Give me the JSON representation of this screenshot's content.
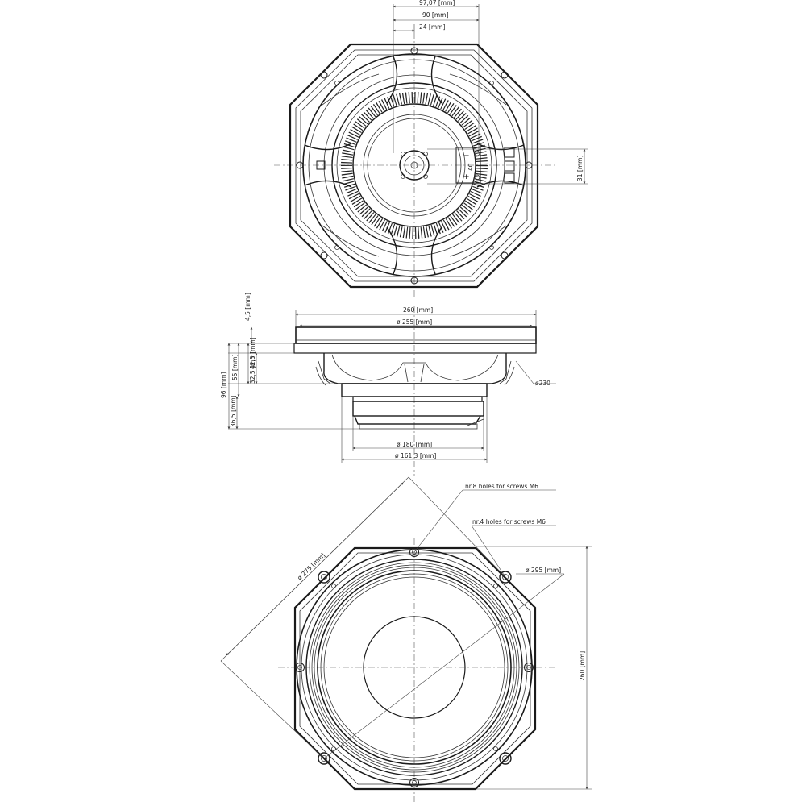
{
  "top_view": {
    "dim_97": "97,07 [mm]",
    "dim_90": "90 [mm]",
    "dim_24": "24 [mm]",
    "dim_31": "31 [mm]",
    "terminal_minus": "−",
    "terminal_plus": "+",
    "terminal_label": "AC"
  },
  "side_view": {
    "dim_260": "260 [mm]",
    "dim_255": "ø 255 [mm]",
    "dim_4_5": "4,5 [mm]",
    "dim_42_5": "42,5 [mm]",
    "dim_55": "55 [mm]",
    "dim_32_5": "32,5 [mm]",
    "dim_96": "96 [mm]",
    "dim_36_5": "36,5 [mm]",
    "dim_230": "ø230",
    "dim_180": "ø 180 [mm]",
    "dim_161": "ø 161,3 [mm]"
  },
  "front_view": {
    "holes_8": "nr.8 holes for screws M6",
    "holes_4": "nr.4 holes for screws M6",
    "dim_275": "ø 275 [mm]",
    "dim_295": "ø 295 [mm]",
    "dim_260": "260 [mm]"
  }
}
